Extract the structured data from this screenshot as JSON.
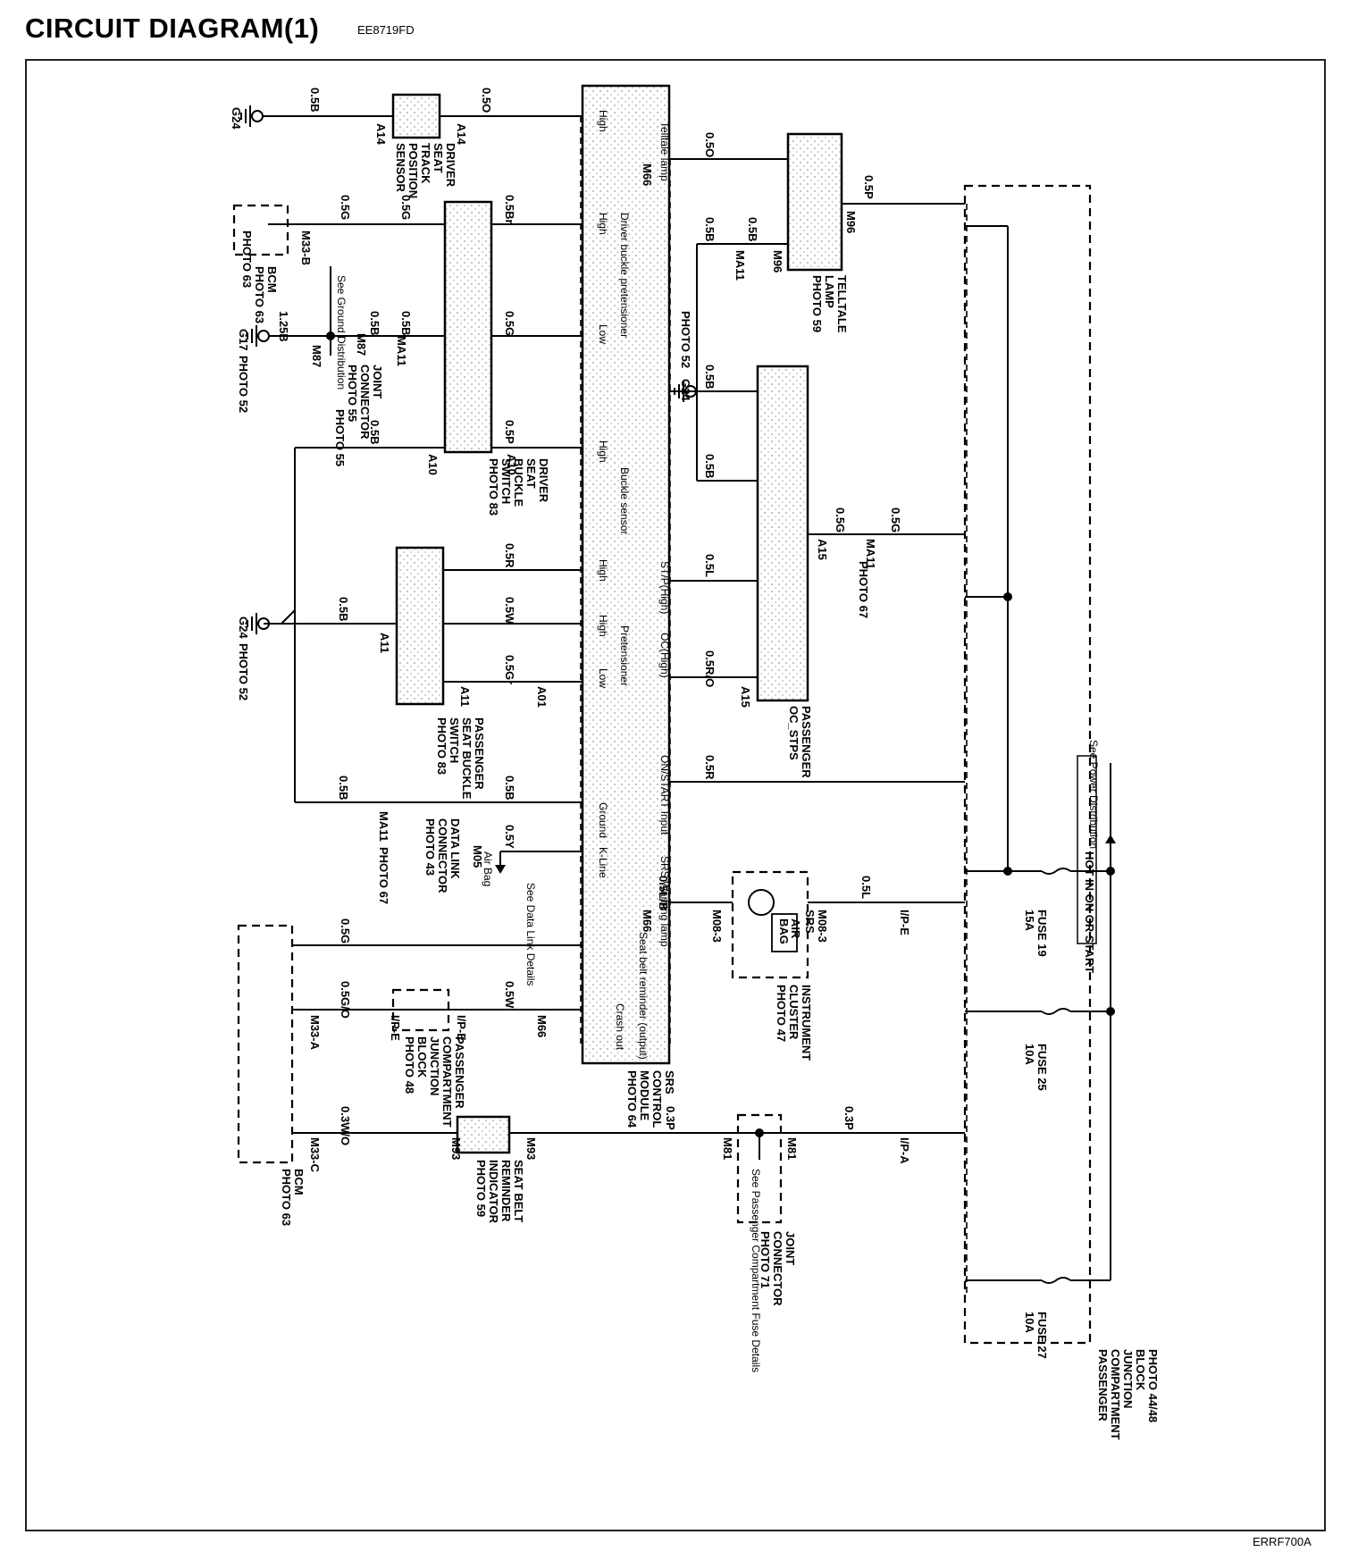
{
  "header": {
    "title": "CIRCUIT DIAGRAM(1)",
    "doc_code": "EE8719FD"
  },
  "footer": {
    "code": "ERRF700A"
  },
  "power": {
    "hot_label": "HOT IN ON OR START",
    "see_power": "See Power Distribution",
    "fuses": [
      {
        "name": "FUSE 19",
        "rating": "15A"
      },
      {
        "name": "FUSE 25",
        "rating": "10A"
      },
      {
        "name": "FUSE 27",
        "rating": "10A"
      }
    ]
  },
  "components": {
    "srs_module": {
      "lines": [
        "SRS",
        "CONTROL",
        "MODULE"
      ],
      "photo": "PHOTO 64",
      "photo2": "PHOTO 52",
      "pins": [
        "High",
        "Telltale lamp",
        "High",
        "Driver buckle pretensioner",
        "Low",
        "High",
        "Buckle sensor",
        "High",
        "ST/P(High)",
        "High",
        "Pretensioner",
        "Low",
        "OC(High)",
        "ON/START Input",
        "Ground",
        "K-Line",
        "SRS Warning lamp",
        "Seat belt reminder (output)",
        "Crash out"
      ]
    },
    "driver_seat_track": {
      "lines": [
        "DRIVER",
        "SEAT",
        "TRACK",
        "POSITION",
        "SENSOR"
      ]
    },
    "driver_buckle": {
      "lines": [
        "DRIVER",
        "SEAT",
        "BUCKLE",
        "SWITCH"
      ],
      "photo": "PHOTO 83"
    },
    "passenger_buckle": {
      "lines": [
        "PASSENGER",
        "SEAT BUCKLE",
        "SWITCH"
      ],
      "photo": "PHOTO 83"
    },
    "telltale": {
      "lines": [
        "TELLTALE",
        "LAMP"
      ],
      "photo": "PHOTO 59"
    },
    "passenger_oc": {
      "lines": [
        "PASSENGER",
        "OC_STPS"
      ]
    },
    "instrument_cluster": {
      "lines": [
        "INSTRUMENT",
        "CLUSTER"
      ],
      "photo": "PHOTO 47",
      "inner": [
        "SRS",
        "AIR",
        "BAG"
      ]
    },
    "seat_belt_indicator": {
      "lines": [
        "SEAT BELT",
        "REMINDER",
        "INDICATOR"
      ],
      "photo": "PHOTO 59"
    },
    "pcjb_small": {
      "lines": [
        "PASSENGER",
        "COMPARTMENT",
        "JUNCTION",
        "BLOCK"
      ],
      "photo": "PHOTO 48"
    },
    "pcjb_big": {
      "lines": [
        "PASSENGER",
        "COMPARTMENT",
        "JUNCTION",
        "BLOCK"
      ],
      "photo": "PHOTO 44/48"
    },
    "bcm_top": {
      "lines": [
        "BCM"
      ],
      "photo": "PHOTO 63"
    },
    "bcm_bottom": {
      "lines": [
        "BCM"
      ],
      "photo": "PHOTO 63"
    },
    "joint_top": {
      "lines": [
        "JOINT",
        "CONNECTOR"
      ],
      "photo": "PHOTO 55",
      "see": "See Ground Distribution"
    },
    "joint_bottom": {
      "lines": [
        "JOINT",
        "CONNECTOR"
      ],
      "photo": "PHOTO 71",
      "see": "See Passenger Compartment Fuse Details"
    },
    "dlc": {
      "lines": [
        "DATA LINK",
        "CONNECTOR"
      ],
      "photo": "PHOTO 43",
      "see": "See Data Link Details",
      "air_bag": "Air Bag"
    }
  },
  "grounds": [
    {
      "name": "G24",
      "photo": ""
    },
    {
      "name": "G17",
      "photo": "PHOTO 52"
    },
    {
      "name": "G24",
      "photo": "PHOTO 52"
    },
    {
      "name": "G24",
      "photo": ""
    }
  ],
  "connectors": [
    "A14",
    "A14",
    "M33-B",
    "M87",
    "M87",
    "MA11",
    "A10",
    "A10",
    "A11",
    "A11",
    "A01",
    "MA11",
    "M05",
    "M33-A",
    "I/P-E",
    "I/P-E",
    "M66",
    "M33-C",
    "M93",
    "M93",
    "M81",
    "M81",
    "M66",
    "M96",
    "M96",
    "MA11",
    "A15",
    "A15",
    "M08-3",
    "M08-3",
    "I/P-E",
    "I/P-A",
    "M66",
    "MA11"
  ],
  "wires": [
    "0.5B",
    "0.5O",
    "0.5G",
    "0.5G",
    "0.5Br",
    "1.25B",
    "0.5B",
    "0.5B",
    "0.5G",
    "0.5B",
    "0.5P",
    "0.5R",
    "0.5W",
    "0.5Gr",
    "0.5B",
    "0.5B",
    "0.5B",
    "0.5Y",
    "0.5G",
    "0.5G/O",
    "0.5W",
    "0.3W/O",
    "0.3P",
    "0.3P",
    "0.5O",
    "0.5B",
    "0.5B",
    "0.5P",
    "0.5B",
    "0.5B",
    "0.5G",
    "0.5G",
    "0.5L",
    "0.5R/O",
    "0.5R",
    "0.5L/B",
    "0.5L"
  ],
  "photos": [
    "PHOTO 63",
    "PHOTO 55",
    "PHOTO 52",
    "PHOTO 52",
    "PHOTO 67",
    "PHOTO 67"
  ]
}
